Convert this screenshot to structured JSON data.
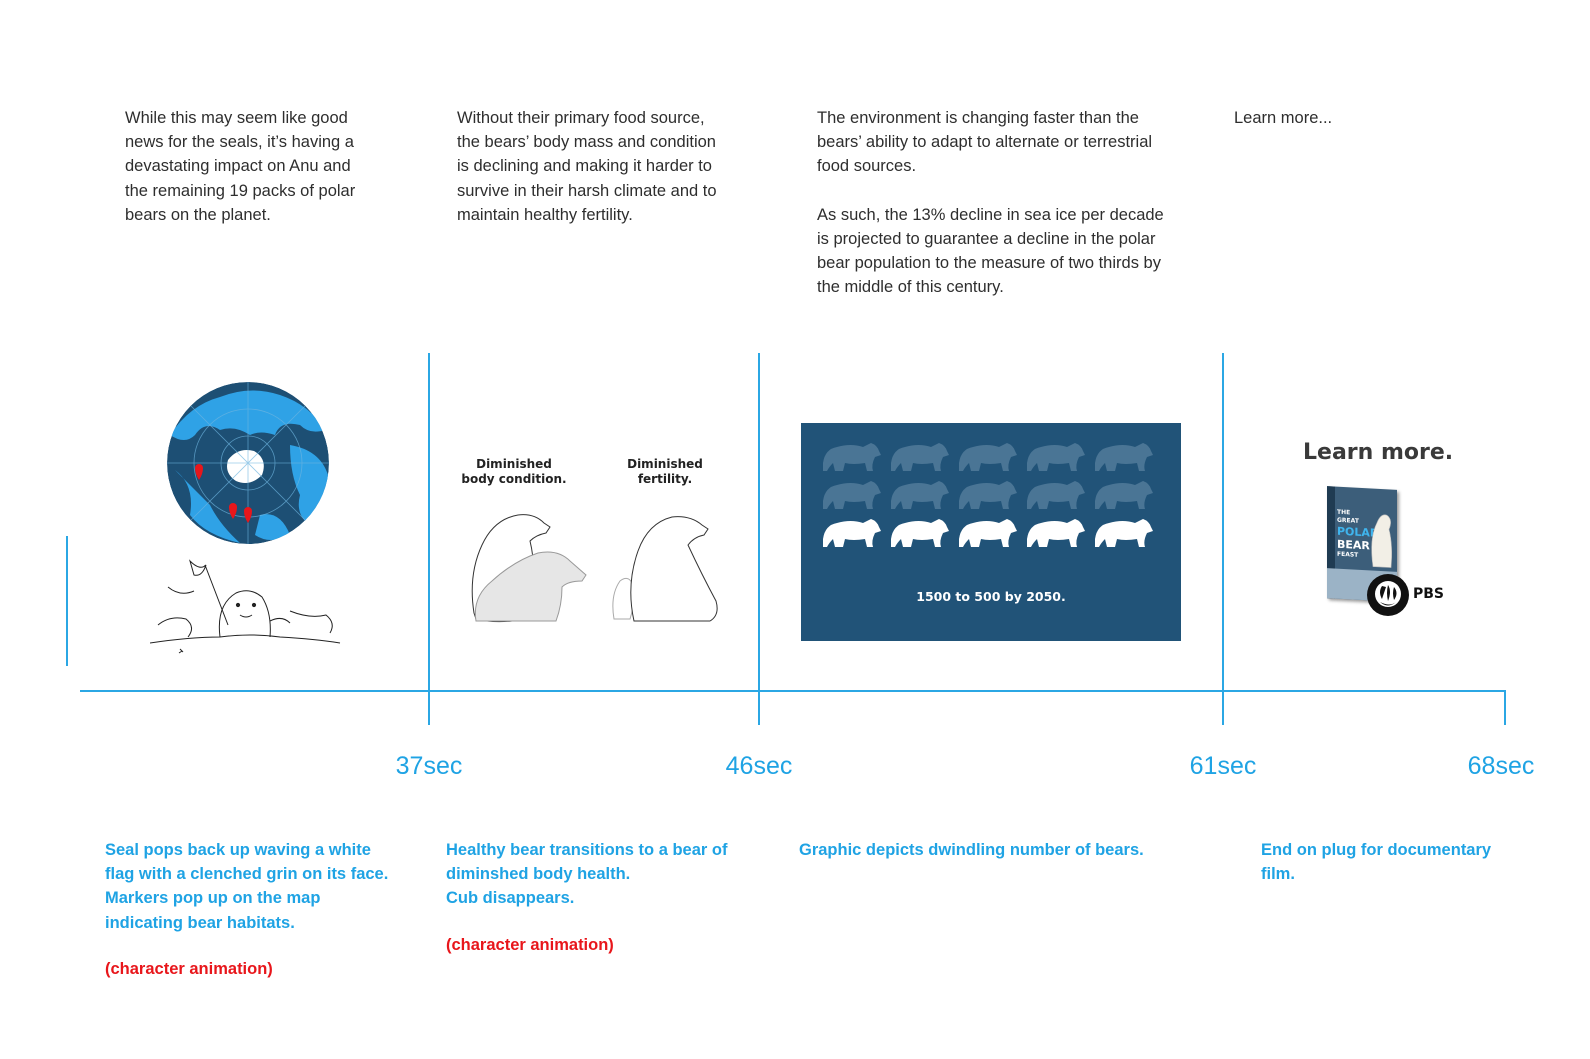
{
  "narration": [
    "While this may seem like good\nnews for the seals, it’s having a\ndevastating impact on Anu and\nthe remaining 19 packs of polar\nbears on the planet.",
    "Without their primary food source,\nthe bears’ body mass and condition\nis declining and making it harder to\nsurvive in their harsh climate and to\nmaintain healthy fertility.",
    "The environment is changing faster than the\nbears’ ability to adapt to alternate or terrestrial\nfood sources.\n\nAs such, the 13% decline in sea ice per decade\nis projected to guarantee a decline in the polar\nbear population to the measure of two thirds by\nthe middle of this century.",
    "Learn more..."
  ],
  "timeline": {
    "markers": [
      "37sec",
      "46sec",
      "61sec",
      "68sec"
    ],
    "color": "#1fa3e4"
  },
  "panels": {
    "body_condition_caption": "Diminished\nbody condition.",
    "fertility_caption": "Diminished\nfertility.",
    "graphic": {
      "caption": "1500 to 500 by 2050.",
      "bg_color": "#215378",
      "bears_total": 15,
      "bears_remaining": 5
    },
    "learn_more": "Learn more.",
    "dvd": {
      "line1": "THE",
      "line2": "GREAT",
      "line3": "POLAR",
      "line4": "BEAR",
      "line5": "FEAST",
      "pbs": "PBS"
    }
  },
  "descriptions": [
    "Seal pops back up waving a white\nflag with a clenched grin on its face.\nMarkers pop up on the map\nindicating bear habitats.",
    "Healthy bear transitions to a bear of\ndiminshed body health.\nCub disappears.",
    "Graphic depicts dwindling number of bears.",
    "End on plug for documentary\nfilm."
  ],
  "animation_notes": [
    "(character animation)",
    "(character animation)"
  ],
  "colors": {
    "accent": "#1fa3e4",
    "alert": "#e8161b",
    "map_ocean": "#1d4f74",
    "map_land": "#2fa2e6"
  }
}
